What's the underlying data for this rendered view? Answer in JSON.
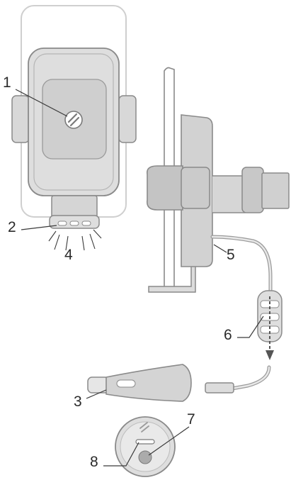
{
  "callouts": [
    {
      "id": "1",
      "label": "1"
    },
    {
      "id": "2",
      "label": "2"
    },
    {
      "id": "3",
      "label": "3"
    },
    {
      "id": "4",
      "label": "4"
    },
    {
      "id": "5",
      "label": "5"
    },
    {
      "id": "6",
      "label": "6"
    },
    {
      "id": "7",
      "label": "7"
    },
    {
      "id": "8",
      "label": "8"
    }
  ],
  "colors": {
    "outline": "#8a8a8a",
    "body_fill": "#dcdcdc",
    "dark_fill": "#b8b8b8",
    "phone_outline": "#c8c8c8",
    "cable": "#a8a8a8",
    "arrow": "#555555"
  },
  "icons": [
    "brand-logo-icon",
    "down-arrow-icon",
    "light-rays-icon"
  ]
}
